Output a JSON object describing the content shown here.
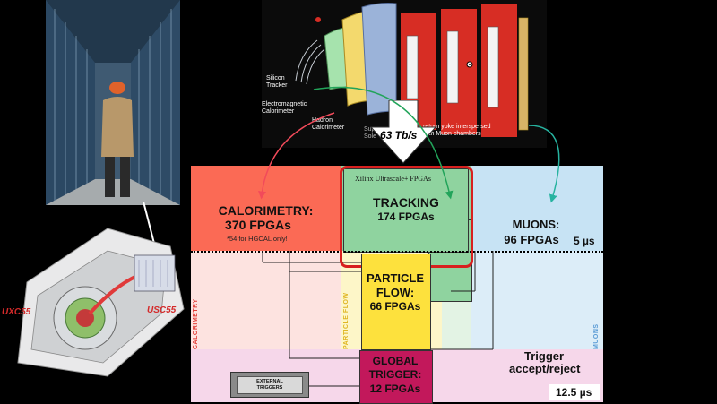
{
  "detector": {
    "silicon_tracker": "Silicon\nTracker",
    "ecal": "Electromagnetic\nCalorimeter",
    "hcal": "Hadron\nCalorimeter",
    "solenoid": "Supe\nSole",
    "yoke": "return yoke interspersed\nwith Muon chambers",
    "data_rate": "63 Tb/s"
  },
  "cavern": {
    "uxc": "UXC55",
    "usc": "USC55"
  },
  "calorimetry": {
    "title": "CALORIMETRY:",
    "count": "370 FPGAs",
    "note": "*54 for HGCAL only!",
    "side_label": "CALORIMETRY"
  },
  "tracking": {
    "vendor": "Xilinx Ultrascale+ FPGAs",
    "title": "TRACKING",
    "count": "174 FPGAs"
  },
  "muons": {
    "title": "MUONS:",
    "count": "96 FPGAs",
    "latency": "5 µs",
    "side_label": "MUONS"
  },
  "particle_flow": {
    "line1": "PARTICLE",
    "line2": "FLOW:",
    "count": "66 FPGAs",
    "side_label": "PARTICLE FLOW"
  },
  "global_trigger": {
    "line1": "GLOBAL",
    "line2": "TRIGGER:",
    "count": "12 FPGAs"
  },
  "external_triggers": "EXTERNAL\nTRIGGERS",
  "trigger_decision": {
    "line1": "Trigger",
    "line2": "accept/reject",
    "latency": "12.5 µs"
  },
  "colors": {
    "calo": "#fb6a55",
    "tracking": "#8fd39f",
    "muons": "#c7e3f4",
    "pf": "#fde13d",
    "gt": "#c2185b",
    "highlight": "#d8201f"
  }
}
